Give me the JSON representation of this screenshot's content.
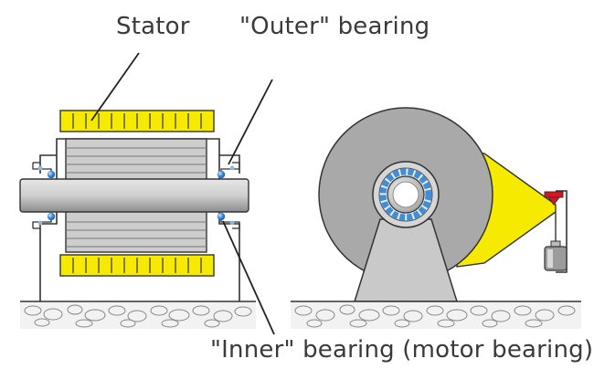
{
  "labels": {
    "stator": "Stator",
    "outer_bearing": "\"Outer\" bearing",
    "inner_bearing": "\"Inner\" bearing (motor bearing)"
  },
  "colors": {
    "winding_yellow": "#f5ea00",
    "rotor_gray": "#c8c8c8",
    "shaft_gray": "#bdbdbd",
    "wheel_gray": "#a7a7a7",
    "bearing_ball_blue": "#3f8fd8",
    "load_arm_yellow": "#f5ea00",
    "pointer_red": "#e0101e",
    "ground_fill": "#f2f2f2",
    "line_dark": "#333333"
  },
  "icons": {
    "weight": "weight-icon",
    "balance_pointer": "balance-pointer-icon"
  }
}
